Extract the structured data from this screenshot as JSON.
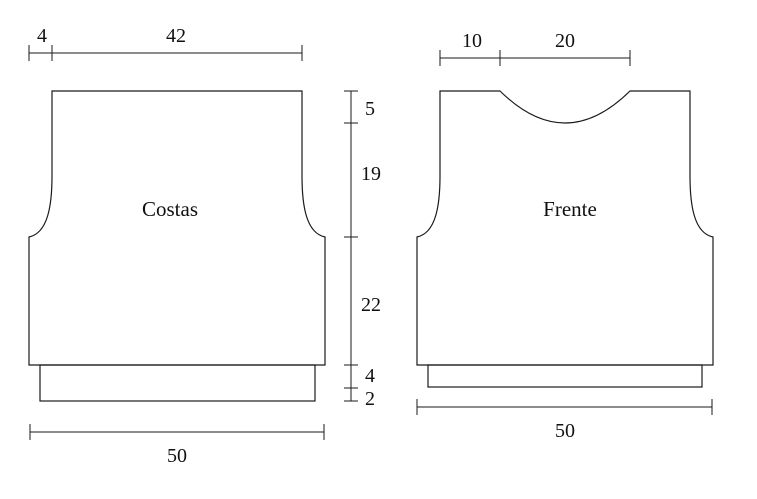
{
  "pieces": {
    "back": {
      "name": "Costas"
    },
    "front": {
      "name": "Frente"
    }
  },
  "dimensions": {
    "back_top_left": "4",
    "back_top_width": "42",
    "back_bottom_width": "50",
    "side_shoulder": "5",
    "side_armhole": "19",
    "side_body": "22",
    "side_rib_upper": "4",
    "side_rib_lower": "2",
    "front_top_left": "10",
    "front_neck_width": "20",
    "front_bottom_width": "50"
  },
  "colors": {
    "line": "#1a1a1a",
    "background": "#ffffff"
  }
}
